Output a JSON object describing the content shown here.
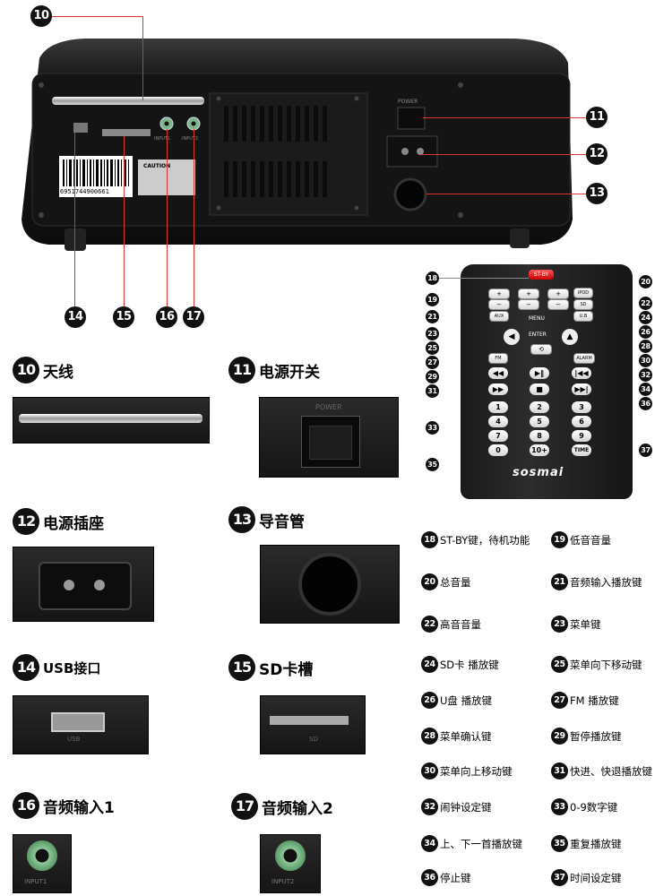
{
  "callouts_top": [
    "10",
    "11",
    "12",
    "13",
    "14",
    "15",
    "16",
    "17"
  ],
  "device": {
    "power_label": "POWER",
    "barcode_number": "6951744900661",
    "caution_label": "CAUTION",
    "input1_label": "INPUT1",
    "input2_label": "INPUT2"
  },
  "remote": {
    "brand": "sosmai",
    "buttons": {
      "st_by": "ST-BY",
      "ipod": "IPOD",
      "sd": "SD",
      "aux": "AUX",
      "menu": "MENU",
      "ub": "U.B",
      "enter": "ENTER",
      "fm": "FM",
      "alarm": "ALARM",
      "time": "TIME",
      "ten_plus": "10+"
    },
    "digits": [
      "1",
      "2",
      "3",
      "4",
      "5",
      "6",
      "7",
      "8",
      "9",
      "0"
    ],
    "callouts": [
      "18",
      "19",
      "20",
      "21",
      "22",
      "23",
      "24",
      "25",
      "26",
      "27",
      "28",
      "29",
      "30",
      "31",
      "32",
      "33",
      "34",
      "35",
      "36",
      "37"
    ]
  },
  "details": [
    {
      "num": "10",
      "label": "天线"
    },
    {
      "num": "11",
      "label": "电源开关"
    },
    {
      "num": "12",
      "label": "电源插座"
    },
    {
      "num": "13",
      "label": "导音管"
    },
    {
      "num": "14",
      "label": "USB接口"
    },
    {
      "num": "15",
      "label": "SD卡槽"
    },
    {
      "num": "16",
      "label": "音频输入1"
    },
    {
      "num": "17",
      "label": "音频输入2"
    }
  ],
  "photo_labels": {
    "power": "POWER",
    "usb": "USB",
    "sd": "SD",
    "input1": "INPUT1",
    "input2": "INPUT2"
  },
  "legend": [
    {
      "num": "18",
      "text": "ST-BY键，待机功能"
    },
    {
      "num": "19",
      "text": "低音音量"
    },
    {
      "num": "20",
      "text": "总音量"
    },
    {
      "num": "21",
      "text": "音频输入播放键"
    },
    {
      "num": "22",
      "text": "高音音量"
    },
    {
      "num": "23",
      "text": "菜单键"
    },
    {
      "num": "24",
      "text": "SD卡 播放键"
    },
    {
      "num": "25",
      "text": "菜单向下移动键"
    },
    {
      "num": "26",
      "text": "U盘 播放键"
    },
    {
      "num": "27",
      "text": "FM 播放键"
    },
    {
      "num": "28",
      "text": "菜单确认键"
    },
    {
      "num": "29",
      "text": "暂停播放键"
    },
    {
      "num": "30",
      "text": "菜单向上移动键"
    },
    {
      "num": "31",
      "text": "快进、快退播放键"
    },
    {
      "num": "32",
      "text": "闹钟设定键"
    },
    {
      "num": "33",
      "text": "0-9数字键"
    },
    {
      "num": "34",
      "text": "上、下一首播放键"
    },
    {
      "num": "35",
      "text": "重复播放键"
    },
    {
      "num": "36",
      "text": "停止键"
    },
    {
      "num": "37",
      "text": "时间设定键"
    }
  ]
}
